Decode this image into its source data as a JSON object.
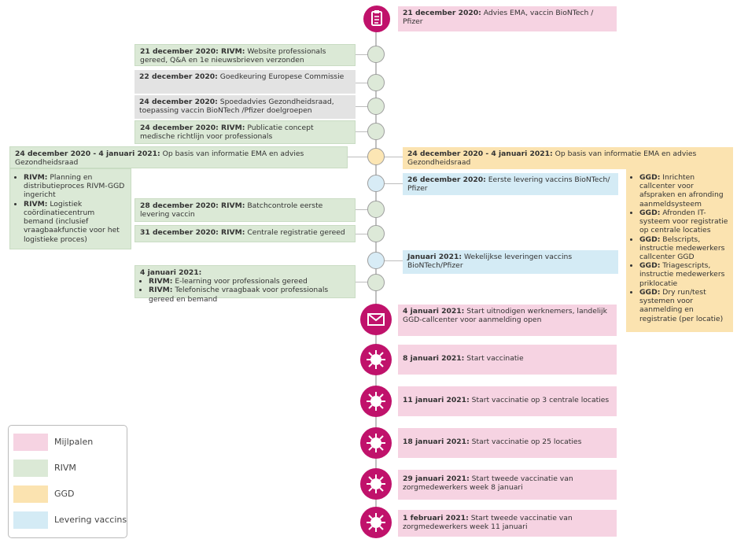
{
  "colors": {
    "mijlpalen": "#f6d3e2",
    "rivm": "#dbe9d6",
    "ggd": "#fbe3b0",
    "levering": "#d4ebf5",
    "milestone_icon": "#c0126b"
  },
  "legend": [
    {
      "label": "Mijlpalen"
    },
    {
      "label": "RIVM"
    },
    {
      "label": "GGD"
    },
    {
      "label": "Levering vaccins"
    }
  ],
  "events": {
    "e1": {
      "date": "21 december 2020:",
      "text": " Advies EMA, vaccin BioNTech / Pfizer"
    },
    "e2": {
      "date": "21 december 2020: RIVM:",
      "text": " Website professionals gereed, Q&A en 1e nieuwsbrieven verzonden"
    },
    "e3": {
      "date": "22 december 2020:",
      "text": " Goedkeuring Europese Commissie"
    },
    "e4": {
      "date": "24 december 2020:",
      "text": " Spoedadvies Gezondheidsraad, toepassing vaccin BioNTech /Pfizer doelgroepen"
    },
    "e5": {
      "date": "24 december 2020: RIVM:",
      "text": " Publicatie concept medische richtlijn voor professionals"
    },
    "e6": {
      "date": "24 december 2020 - 4 januari 2021:",
      "text": " Op basis van informatie EMA en advies Gezondheidsraad"
    },
    "e7": {
      "date": "24 december 2020 - 4 januari 2021:",
      "text": " Op basis van informatie EMA en advies Gezondheidsraad"
    },
    "e8": {
      "date": "26 december 2020:",
      "text": " Eerste levering vaccins BioNTech/ Pfizer"
    },
    "e9": {
      "date": "28 december 2020: RIVM:",
      "text": " Batchcontrole eerste levering vaccin"
    },
    "e10": {
      "date": "31 december 2020: RIVM:",
      "text": " Centrale registratie gereed"
    },
    "e11": {
      "date": "Januari 2021:",
      "text": " Wekelijkse leveringen vaccins BioNTech/Pfizer"
    },
    "e12": {
      "date": "4 januari 2021:"
    },
    "e13": {
      "date": "4 januari 2021:",
      "text": " Start uitnodigen werknemers, landelijk GGD-callcenter voor aanmelding open"
    },
    "e14": {
      "date": "8 januari 2021:",
      "text": " Start vaccinatie"
    },
    "e15": {
      "date": "11 januari 2021:",
      "text": " Start vaccinatie op 3 centrale locaties"
    },
    "e16": {
      "date": "18 januari 2021:",
      "text": " Start vaccinatie op 25 locaties"
    },
    "e17": {
      "date": "29 januari 2021:",
      "text": " Start tweede vaccinatie van zorgmedewerkers week 8 januari"
    },
    "e18": {
      "date": "1 februari 2021:",
      "text": " Start tweede vaccinatie van zorgmedewerkers week 11 januari"
    }
  },
  "rivm_list": [
    {
      "org": "RIVM:",
      "text": " Planning en distributieproces RIVM-GGD ingericht"
    },
    {
      "org": "RIVM:",
      "text": " Logistiek coördinatiecentrum bemand (inclusief vraagbaakfunctie voor het logistieke proces)"
    }
  ],
  "rivm_jan": [
    {
      "org": "RIVM:",
      "text": " E-learning voor professionals gereed"
    },
    {
      "org": "RIVM:",
      "text": " Telefonische vraagbaak voor professionals gereed en bemand"
    }
  ],
  "ggd_list": [
    {
      "org": "GGD:",
      "text": " Inrichten callcenter voor afspraken en afronding aanmeldsysteem"
    },
    {
      "org": "GGD:",
      "text": " Afronden IT-systeem voor registratie op centrale locaties"
    },
    {
      "org": "GGD:",
      "text": " Belscripts, instructie medewerkers callcenter GGD"
    },
    {
      "org": "GGD:",
      "text": " Triagescripts, instructie medewerkers priklocatie"
    },
    {
      "org": "GGD:",
      "text": " Dry run/test systemen voor aanmelding en registratie (per locatie)"
    }
  ]
}
